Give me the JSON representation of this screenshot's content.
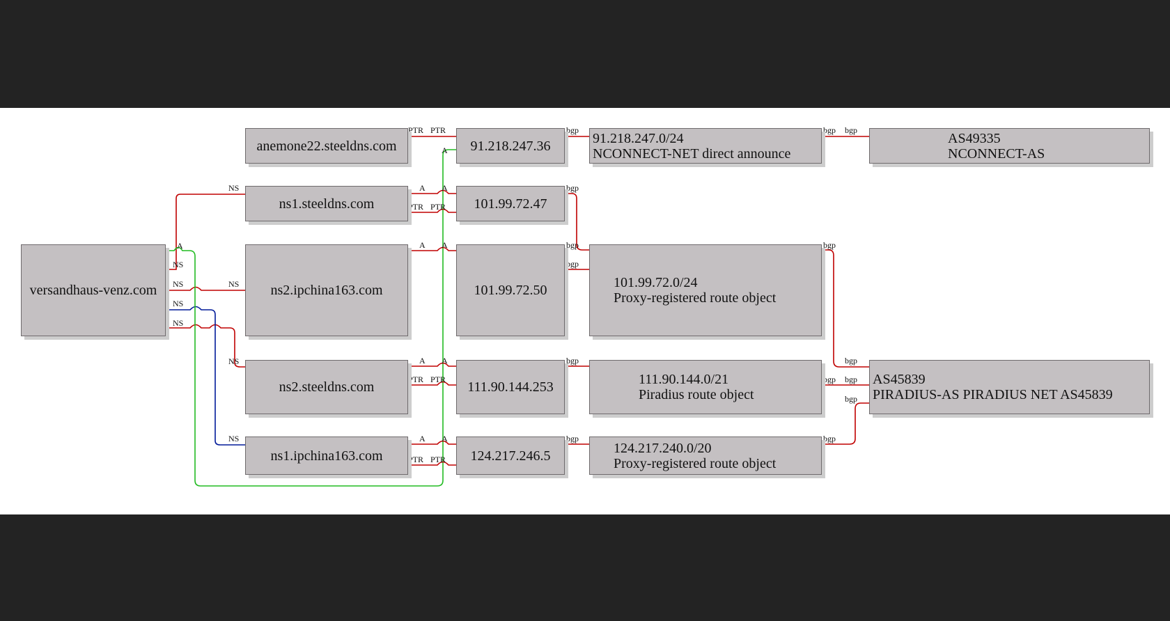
{
  "colors": {
    "frame": "#232323",
    "canvas": "#ffffff",
    "node_fill": "#c4c0c2",
    "edge_red": "#c00000",
    "edge_green": "#22bb22",
    "edge_blue": "#001a99"
  },
  "nodes": {
    "domain": "versandhaus-venz.com",
    "anemone22": "anemone22.steeldns.com",
    "ns1_steeldns": "ns1.steeldns.com",
    "ns2_ipchina": "ns2.ipchina163.com",
    "ns2_steeldns": "ns2.steeldns.com",
    "ns1_ipchina": "ns1.ipchina163.com",
    "ip_91": "91.218.247.36",
    "ip_101_47": "101.99.72.47",
    "ip_101_50": "101.99.72.50",
    "ip_111": "111.90.144.253",
    "ip_124": "124.217.246.5",
    "net_91": {
      "line1": "91.218.247.0/24",
      "line2": "NCONNECT-NET direct announce"
    },
    "net_101": {
      "line1": "101.99.72.0/24",
      "line2": "Proxy-registered route object"
    },
    "net_111": {
      "line1": "111.90.144.0/21",
      "line2": "Piradius route object"
    },
    "net_124": {
      "line1": "124.217.240.0/20",
      "line2": "Proxy-registered route object"
    },
    "as_49335": {
      "line1": "AS49335",
      "line2": "NCONNECT-AS"
    },
    "as_45839": {
      "line1": "AS45839",
      "line2": "PIRADIUS-AS PIRADIUS NET AS45839"
    }
  },
  "edge_labels": {
    "ns": "NS",
    "a": "A",
    "ptr": "PTR",
    "bgp": "bgp"
  }
}
